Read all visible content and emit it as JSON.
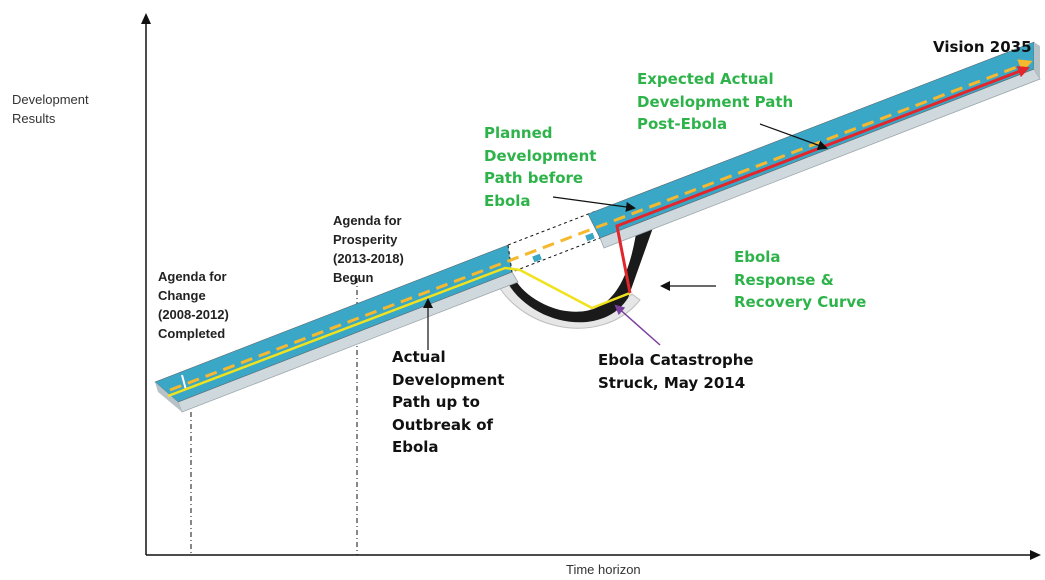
{
  "axes": {
    "y_title_line1": "Development",
    "y_title_line2": "Results",
    "x_title": "Time horizon"
  },
  "labels": {
    "vision": "Vision 2035",
    "expected": [
      "Expected Actual",
      "Development Path",
      "Post-Ebola"
    ],
    "planned": [
      "Planned",
      "Development",
      "Path before",
      "Ebola"
    ],
    "prosperity": [
      "Agenda for",
      "Prosperity",
      "(2013-2018)",
      "Begun"
    ],
    "change": [
      "Agenda for",
      "Change",
      "(2008-2012)",
      "Completed"
    ],
    "actual": [
      "Actual",
      "Development",
      "Path up to",
      "Outbreak of",
      "Ebola"
    ],
    "catastrophe": [
      "Ebola Catastrophe",
      "Struck, May 2014"
    ],
    "response": [
      "Ebola",
      "Response &",
      "Recovery Curve"
    ]
  },
  "colors": {
    "road": "#3aa7c6",
    "road_edge": "#cfd8dc",
    "curve": "#1a1a1a",
    "planned_dash": "#f5b82e",
    "actual_path": "#f1e21e",
    "post_ebola_path": "#e2262b",
    "catastrophe_arrow": "#7b3f9e",
    "green_text": "#2eb34a"
  }
}
